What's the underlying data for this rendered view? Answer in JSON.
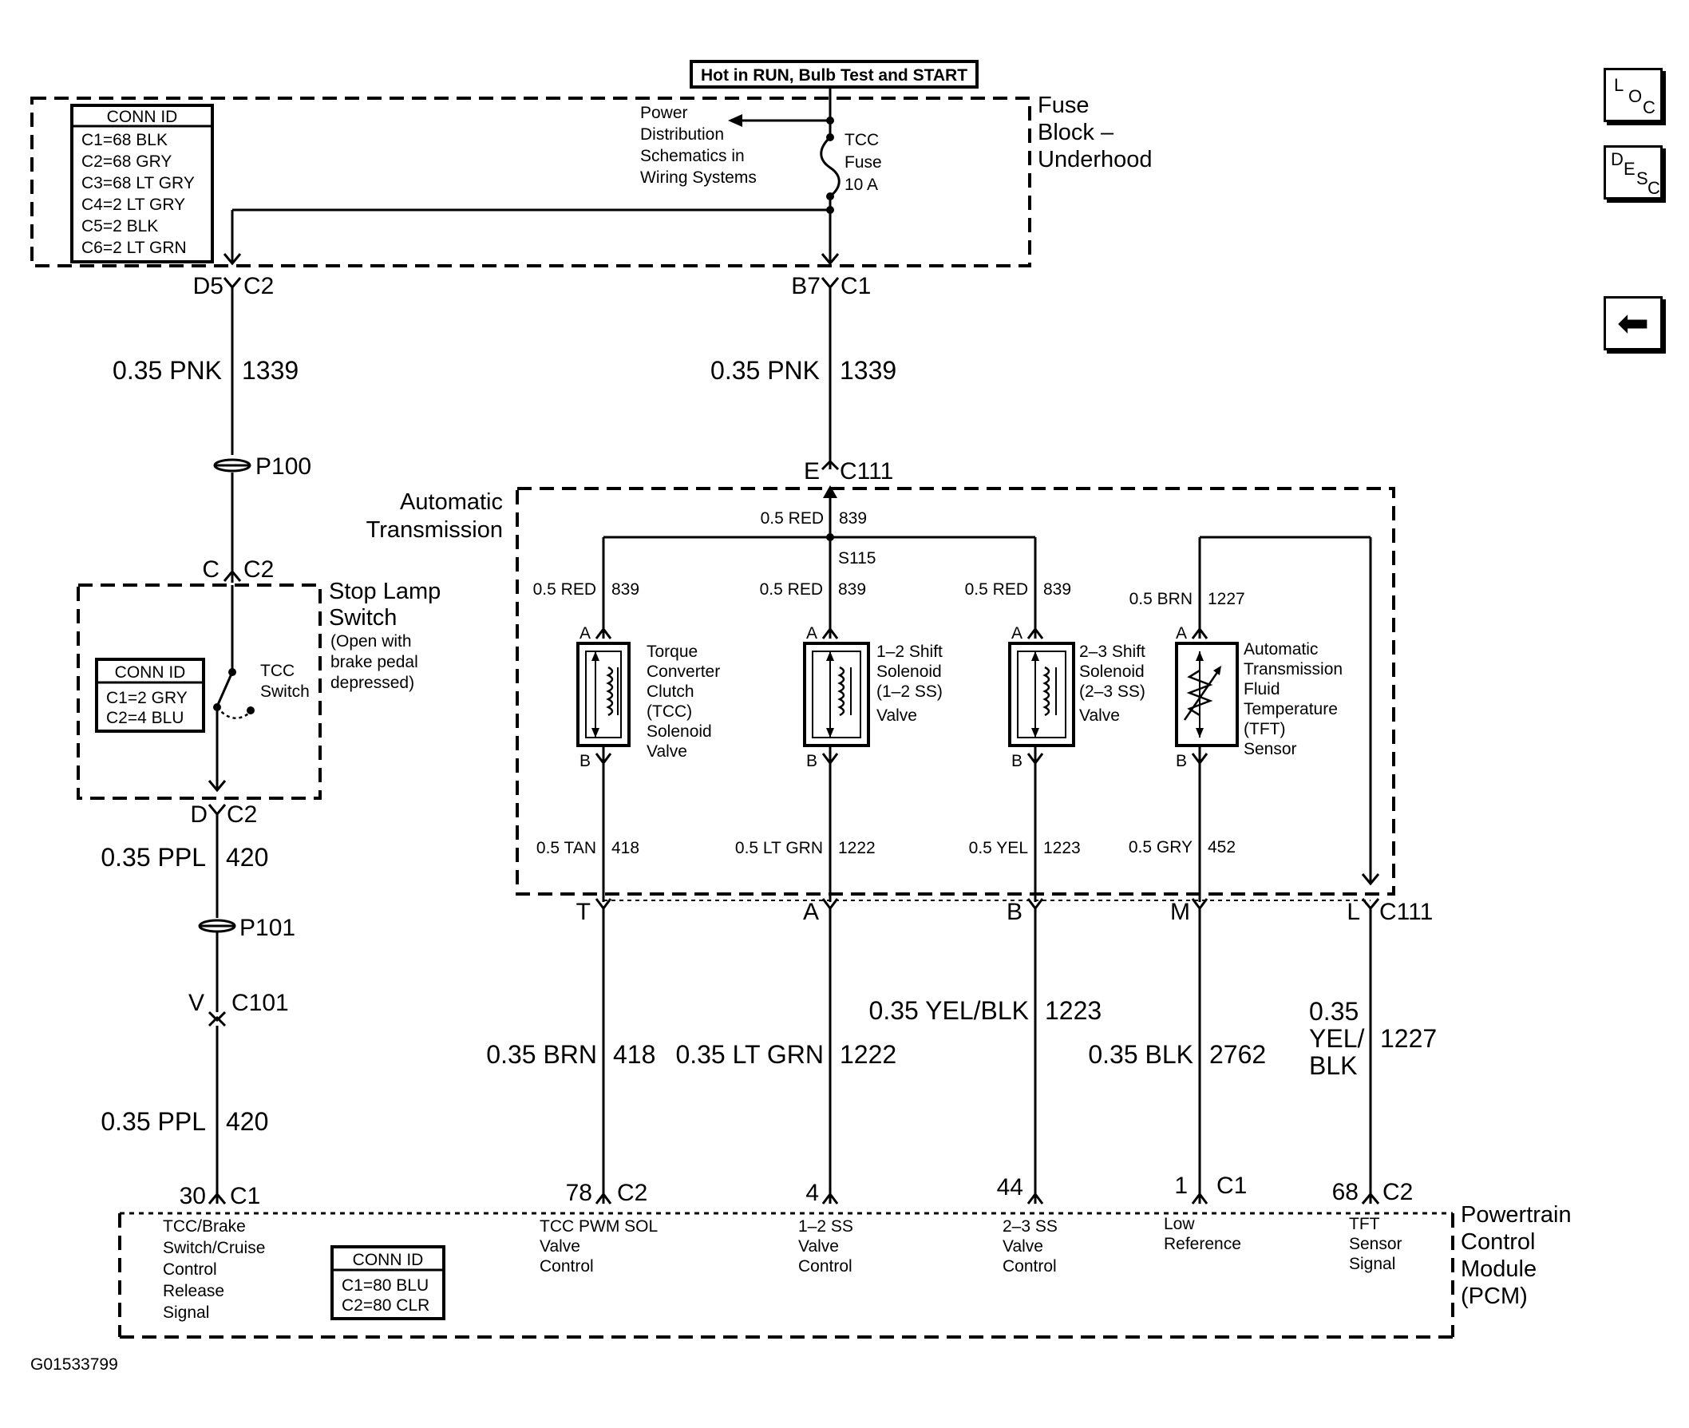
{
  "power_note": "Hot in RUN, Bulb Test and START",
  "fuse_block": {
    "title_line1": "Fuse",
    "title_line2": "Block –",
    "title_line3": "Underhood",
    "conn_id_header": "CONN ID",
    "conn_ids": [
      "C1=68 BLK",
      "C2=68 GRY",
      "C3=68 LT GRY",
      "C4=2 LT GRY",
      "C5=2 BLK",
      "C6=2 LT GRN"
    ],
    "power_ref": [
      "Power",
      "Distribution",
      "Schematics in",
      "Wiring Systems"
    ],
    "fuse_label": [
      "TCC",
      "Fuse",
      "10 A"
    ]
  },
  "left_circuit": {
    "conn_top_pin": "D5",
    "conn_top_id": "C2",
    "wire1_gauge": "0.35 PNK",
    "wire1_num": "1339",
    "p100": "P100",
    "switch_top_pin": "C",
    "switch_top_id": "C2",
    "switch_bot_pin": "D",
    "switch_bot_id": "C2",
    "wire2_gauge": "0.35 PPL",
    "wire2_num": "420",
    "p101": "P101",
    "c101_pin": "V",
    "c101_id": "C101",
    "wire3_gauge": "0.35 PPL",
    "wire3_num": "420"
  },
  "stop_lamp": {
    "title_line1": "Stop Lamp",
    "title_line2": "Switch",
    "note": [
      "(Open with",
      "brake pedal",
      "depressed)"
    ],
    "conn_id_header": "CONN ID",
    "conn_ids": [
      "C1=2 GRY",
      "C2=4 BLU"
    ],
    "switch_label": [
      "TCC",
      "Switch"
    ]
  },
  "center_feed": {
    "conn_pin": "B7",
    "conn_id": "C1",
    "wire_gauge": "0.35 PNK",
    "wire_num": "1339",
    "c111_pin": "E",
    "c111_id": "C111",
    "bus_gauge": "0.5 RED",
    "bus_num": "839",
    "splice": "S115"
  },
  "transmission": {
    "title_line1": "Automatic",
    "title_line2": "Transmission",
    "components": [
      {
        "top_gauge": "0.5 RED",
        "top_num": "839",
        "pin_a": "A",
        "pin_b": "B",
        "label": [
          "Torque",
          "Converter",
          "Clutch",
          "(TCC)",
          "Solenoid",
          "Valve"
        ],
        "bot_gauge": "0.5 TAN",
        "bot_num": "418",
        "c111_pin": "T"
      },
      {
        "top_gauge": "0.5 RED",
        "top_num": "839",
        "pin_a": "A",
        "pin_b": "B",
        "label": [
          "1–2 Shift",
          "Solenoid",
          "(1–2 SS)",
          "Valve"
        ],
        "bot_gauge": "0.5 LT GRN",
        "bot_num": "1222",
        "c111_pin": "A"
      },
      {
        "top_gauge": "0.5 RED",
        "top_num": "839",
        "pin_a": "A",
        "pin_b": "B",
        "label": [
          "2–3 Shift",
          "Solenoid",
          "(2–3 SS)",
          "Valve"
        ],
        "bot_gauge": "0.5 YEL",
        "bot_num": "1223",
        "c111_pin": "B"
      },
      {
        "top_gauge": "0.5 BRN",
        "top_num": "1227",
        "pin_a": "A",
        "pin_b": "B",
        "label": [
          "Automatic",
          "Transmission",
          "Fluid",
          "Temperature",
          "(TFT)",
          "Sensor"
        ],
        "bot_gauge": "0.5 GRY",
        "bot_num": "452",
        "c111_pin": "M"
      }
    ],
    "c111_pin_last": "L",
    "c111_id": "C111"
  },
  "pcm_wires": [
    {
      "gauge": "0.35 BRN",
      "num": "418",
      "pin": "78",
      "conn": "C2"
    },
    {
      "gauge": "0.35 LT GRN",
      "num": "1222",
      "pin": "4",
      "conn": ""
    },
    {
      "gauge": "0.35 YEL/BLK",
      "num": "1223",
      "pin": "44",
      "conn": ""
    },
    {
      "gauge": "0.35 BLK",
      "num": "2762",
      "pin": "1",
      "conn": "C1"
    },
    {
      "gauge_lines": [
        "0.35",
        "YEL/",
        "BLK"
      ],
      "num": "1227",
      "pin": "68",
      "conn": "C2"
    }
  ],
  "pcm": {
    "left_pin": "30",
    "left_conn": "C1",
    "title_line1": "Powertrain",
    "title_line2": "Control",
    "title_line3": "Module",
    "title_line4": "(PCM)",
    "conn_id_header": "CONN ID",
    "conn_ids": [
      "C1=80 BLU",
      "C2=80 CLR"
    ],
    "functions": [
      [
        "TCC/Brake",
        "Switch/Cruise",
        "Control",
        "Release",
        "Signal"
      ],
      [
        "TCC PWM SOL",
        "Valve",
        "Control"
      ],
      [
        "1–2 SS",
        "Valve",
        "Control"
      ],
      [
        "2–3 SS",
        "Valve",
        "Control"
      ],
      [
        "Low",
        "Reference"
      ],
      [
        "TFT",
        "Sensor",
        "Signal"
      ]
    ]
  },
  "figure_id": "G01533799",
  "nav": {
    "loc_letters": [
      "L",
      "O",
      "C"
    ],
    "desc_letters": [
      "D",
      "E",
      "S",
      "C"
    ],
    "back_icon": "left-arrow-icon"
  }
}
